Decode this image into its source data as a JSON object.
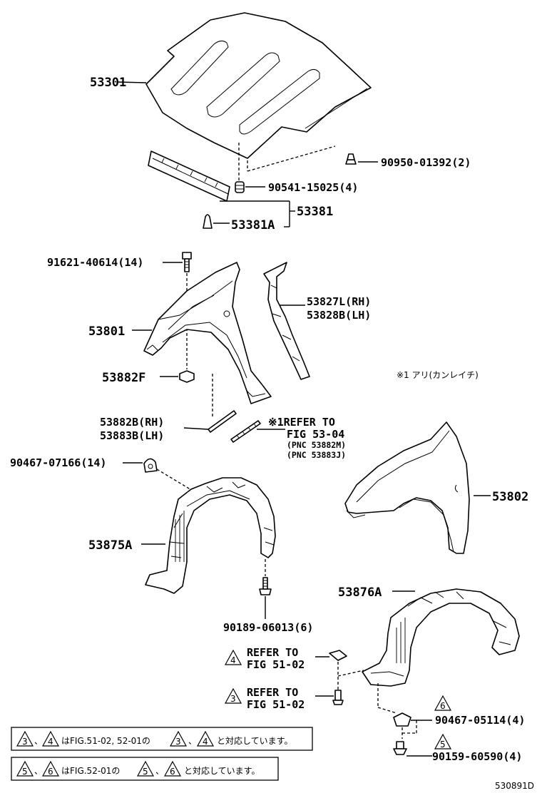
{
  "parts": {
    "hood": "53301",
    "clip_hood": "90950-01392(2)",
    "cushion": "90541-15025(4)",
    "seal_group": "53381",
    "seal_a": "53381A",
    "bolt_fender": "91621-40614(14)",
    "fender_left": "53801",
    "bracket_rh": "53827L(RH)",
    "bracket_lh": "53828B(LH)",
    "nut_fender": "53882F",
    "seal_rh": "53882B(RH)",
    "seal_lh": "53883B(LH)",
    "refer_note_1": "※1REFER TO",
    "refer_note_2": "FIG 53-04",
    "pnc_1": "(PNC 53882M)",
    "pnc_2": "(PNC 53883J)",
    "note_jp": "※1 アリ(カンレイチ)",
    "clip_liner": "90467-07166(14)",
    "fender_right": "53802",
    "liner_left": "53875A",
    "screw_liner": "90189-06013(6)",
    "liner_right": "53876A",
    "refer4_line1": "REFER TO",
    "refer4_line2": "FIG 51-02",
    "refer4_num": "4",
    "refer3_line1": "REFER TO",
    "refer3_line2": "FIG 51-02",
    "refer3_num": "3",
    "clip_liner_r": "90467-05114(4)",
    "clip_liner_r_num": "6",
    "screw_liner_r": "90159-60590(4)",
    "screw_liner_r_num": "5"
  },
  "notes": {
    "note1_a": "3",
    "note1_sep": "、",
    "note1_b": "4",
    "note1_mid": "はFIG.51-02, 52-01の",
    "note1_c": "3",
    "note1_d": "4",
    "note1_end": "と対応しています。",
    "note2_a": "5",
    "note2_b": "6",
    "note2_mid": "はFIG.52-01の",
    "note2_c": "5",
    "note2_d": "6",
    "note2_end": "と対応しています。"
  },
  "figure_id": "530891D"
}
